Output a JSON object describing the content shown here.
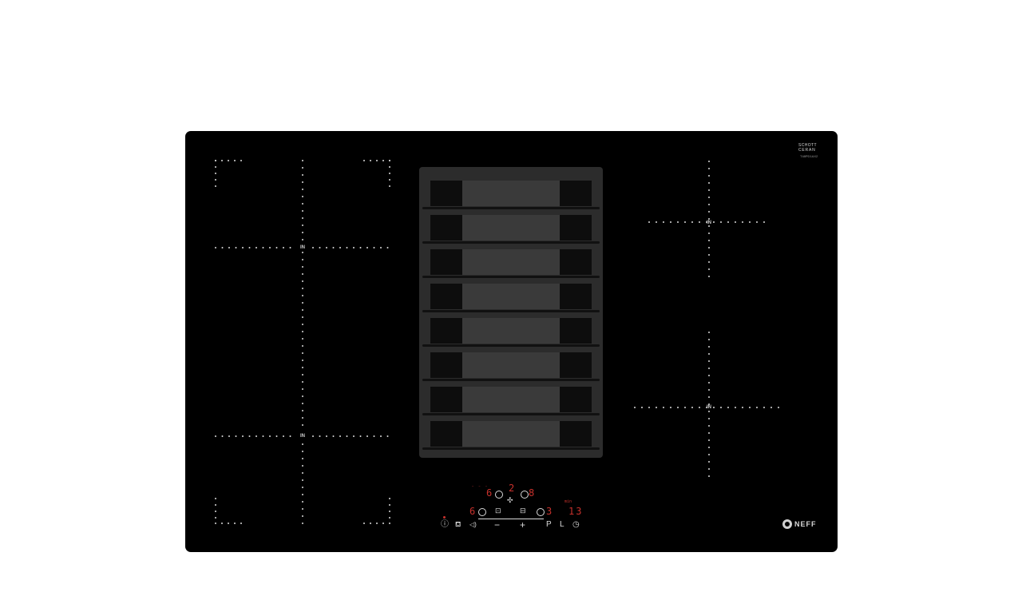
{
  "brand": {
    "schott_line1": "SCHOTT",
    "schott_line2": "CERAN",
    "model": "T48PD1AX2",
    "logo_text": "NEFF"
  },
  "zones": {
    "left_top_label": "IN",
    "left_bottom_label": "IN",
    "right_top_label": "IN",
    "right_bottom_label": "IN"
  },
  "display": {
    "left_level": "6",
    "top_level": "2",
    "right_level": "8",
    "lower_left_level": "6",
    "lower_right_level": "3",
    "timer": "13",
    "timer_small_label": "min"
  },
  "controls": {
    "minus": "−",
    "plus": "+",
    "p_label": "P",
    "l_label": "L"
  },
  "colors": {
    "hob": "#000000",
    "display": "#c8312c",
    "vent": "#2c2c2c"
  }
}
